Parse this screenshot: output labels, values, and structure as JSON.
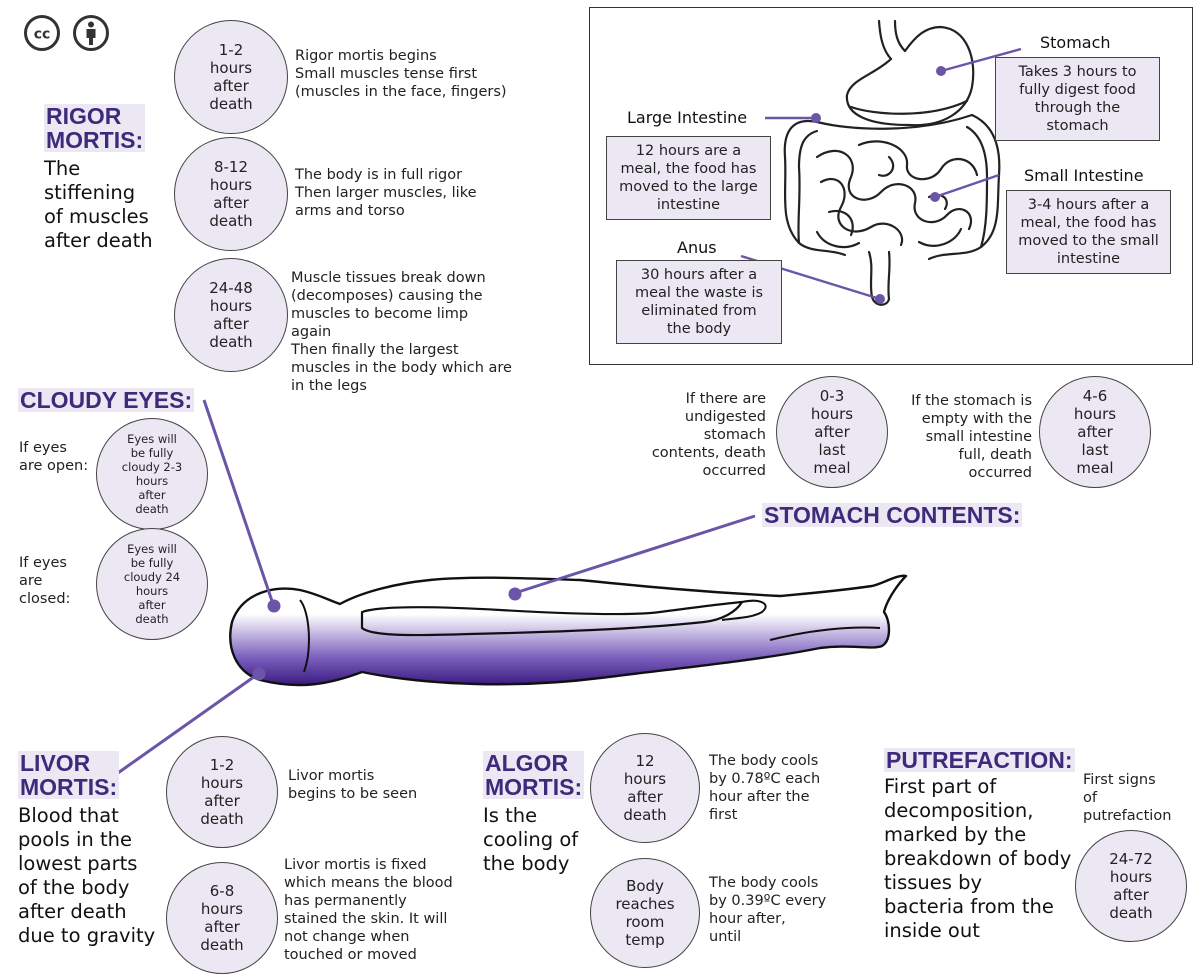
{
  "license": {
    "cc_icon": "cc-icon",
    "attribution_icon": "attribution-icon"
  },
  "rigor": {
    "title": "RIGOR\nMORTIS:",
    "description": "The\nstiffening\nof muscles\nafter death",
    "stages": [
      {
        "time": "1-2\nhours\nafter\ndeath",
        "text": "Rigor mortis begins\nSmall muscles tense first\n(muscles in the face, fingers)"
      },
      {
        "time": "8-12\nhours\nafter\ndeath",
        "text": "The body is in full rigor\nThen larger muscles, like\narms and torso"
      },
      {
        "time": "24-48\nhours\nafter\ndeath",
        "text": "Muscle tissues break down\n(decomposes) causing the\nmuscles to become limp\nagain\nThen finally the largest\nmuscles in the body which are\nin the legs"
      }
    ]
  },
  "digestion": {
    "stomach": {
      "label": "Stomach",
      "text": "Takes 3 hours to\nfully digest food\nthrough the\nstomach"
    },
    "large_intestine": {
      "label": "Large Intestine",
      "text": "12 hours are a\nmeal, the food has\nmoved to the large\nintestine"
    },
    "small_intestine": {
      "label": "Small Intestine",
      "text": "3-4 hours after a\nmeal, the food has\nmoved to the small\nintestine"
    },
    "anus": {
      "label": "Anus",
      "text": "30 hours after a\nmeal the waste is\neliminated from\nthe body"
    }
  },
  "cloudy_eyes": {
    "title": "CLOUDY EYES:",
    "open": {
      "label": "If eyes\nare open:",
      "time": "Eyes will\nbe fully\ncloudy 2-3\nhours\nafter\ndeath"
    },
    "closed": {
      "label": "If eyes\nare\nclosed:",
      "time": "Eyes will\nbe fully\ncloudy 24\nhours\nafter\ndeath"
    }
  },
  "stomach_contents": {
    "title": "STOMACH CONTENTS:",
    "items": [
      {
        "text": "If there are\nundigested\nstomach\ncontents, death\noccurred",
        "time": "0-3\nhours\nafter\nlast\nmeal"
      },
      {
        "text": "If the stomach is\nempty with the\nsmall intestine\nfull, death\noccurred",
        "time": "4-6\nhours\nafter\nlast\nmeal"
      }
    ]
  },
  "livor": {
    "title": "LIVOR\nMORTIS:",
    "description": "Blood that\npools in the\nlowest parts\nof the body\nafter death\ndue to gravity",
    "stages": [
      {
        "time": "1-2\nhours\nafter\ndeath",
        "text": "Livor mortis\nbegins to be seen"
      },
      {
        "time": "6-8\nhours\nafter\ndeath",
        "text": "Livor mortis is fixed\nwhich means the blood\nhas permanently\nstained the skin. It will\nnot change when\ntouched or moved"
      }
    ]
  },
  "algor": {
    "title": "ALGOR\nMORTIS:",
    "description": "Is the\ncooling of\nthe body",
    "stages": [
      {
        "time": "12\nhours\nafter\ndeath",
        "text": "The body cools\nby 0.78ºC each\nhour after the\nfirst"
      },
      {
        "time": "Body\nreaches\nroom\ntemp",
        "text": "The body cools\nby 0.39ºC every\nhour after,\nuntil"
      }
    ]
  },
  "putrefaction": {
    "title": "PUTREFACTION:",
    "description": "First part of\ndecomposition,\nmarked by the\nbreakdown of body\ntissues by\nbacteria from the\ninside out",
    "note": "First signs\nof\nputrefaction",
    "time": "24-72\nhours\nafter\ndeath"
  },
  "colors": {
    "accent": "#3d2a7a",
    "circle_fill": "#ece8f3",
    "pointer": "#6a55a8",
    "livor": "#4a2590"
  }
}
